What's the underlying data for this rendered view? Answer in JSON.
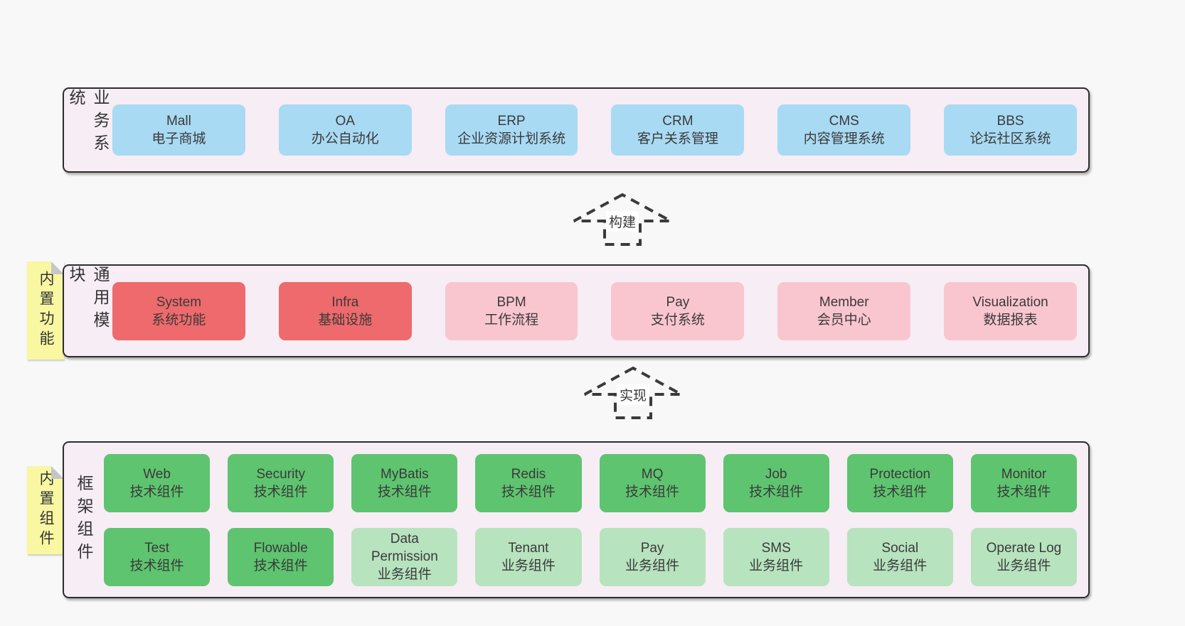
{
  "colors": {
    "blue": "#a9daf3",
    "red": "#ee6a6c",
    "pink": "#f9c6cf",
    "green": "#5ec46f",
    "light_green": "#b7e3bf",
    "sticky_yellow": "#f9f7a2",
    "container_bg": "#f7edf5",
    "page_bg": "#f8f8f8"
  },
  "arrows": [
    {
      "label": "构建"
    },
    {
      "label": "实现"
    }
  ],
  "layers": [
    {
      "label": "业务系统",
      "rows": [
        [
          {
            "name": "Mall",
            "desc": "电子商城"
          },
          {
            "name": "OA",
            "desc": "办公自动化"
          },
          {
            "name": "ERP",
            "desc": "企业资源计划系统"
          },
          {
            "name": "CRM",
            "desc": "客户关系管理"
          },
          {
            "name": "CMS",
            "desc": "内容管理系统"
          },
          {
            "name": "BBS",
            "desc": "论坛社区系统"
          }
        ]
      ]
    },
    {
      "label": "通用模块",
      "sticky": "内置功能",
      "rows": [
        [
          {
            "name": "System",
            "desc": "系统功能"
          },
          {
            "name": "Infra",
            "desc": "基础设施"
          },
          {
            "name": "BPM",
            "desc": "工作流程"
          },
          {
            "name": "Pay",
            "desc": "支付系统"
          },
          {
            "name": "Member",
            "desc": "会员中心"
          },
          {
            "name": "Visualization",
            "desc": "数据报表"
          }
        ]
      ]
    },
    {
      "label": "框架组件",
      "sticky": "内置组件",
      "rows": [
        [
          {
            "name": "Web",
            "desc": "技术组件"
          },
          {
            "name": "Security",
            "desc": "技术组件"
          },
          {
            "name": "MyBatis",
            "desc": "技术组件"
          },
          {
            "name": "Redis",
            "desc": "技术组件"
          },
          {
            "name": "MQ",
            "desc": "技术组件"
          },
          {
            "name": "Job",
            "desc": "技术组件"
          },
          {
            "name": "Protection",
            "desc": "技术组件"
          },
          {
            "name": "Monitor",
            "desc": "技术组件"
          }
        ],
        [
          {
            "name": "Test",
            "desc": "技术组件"
          },
          {
            "name": "Flowable",
            "desc": "技术组件"
          },
          {
            "name": "Data Permission",
            "desc": "业务组件"
          },
          {
            "name": "Tenant",
            "desc": "业务组件"
          },
          {
            "name": "Pay",
            "desc": "业务组件"
          },
          {
            "name": "SMS",
            "desc": "业务组件"
          },
          {
            "name": "Social",
            "desc": "业务组件"
          },
          {
            "name": "Operate Log",
            "desc": "业务组件"
          }
        ]
      ]
    }
  ]
}
